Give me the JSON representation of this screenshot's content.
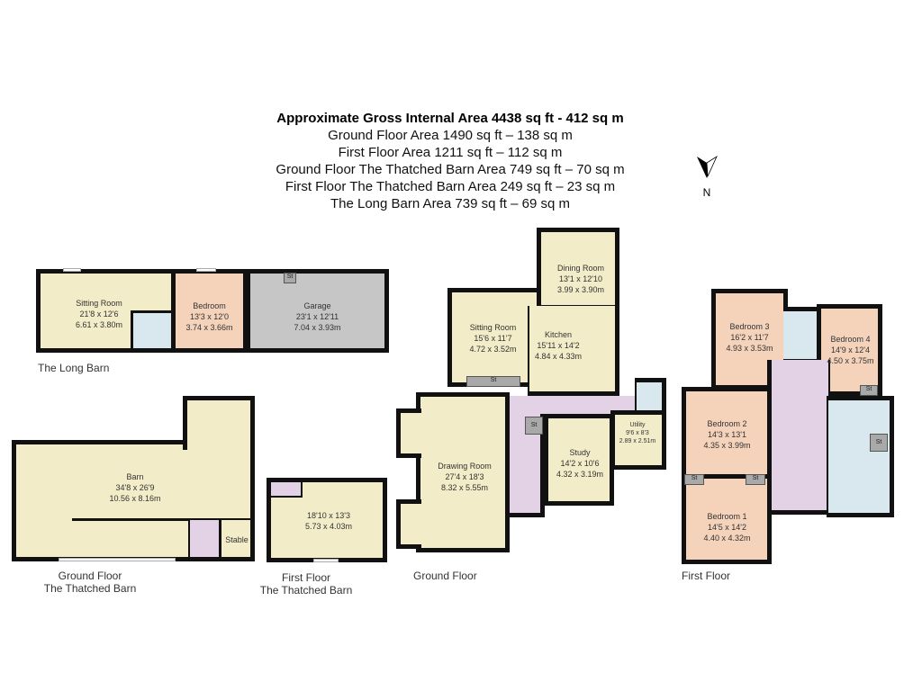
{
  "header": {
    "title": "Approximate Gross Internal Area 4438 sq ft - 412 sq m",
    "lines": [
      "Ground Floor Area 1490 sq ft – 138 sq m",
      "First Floor Area 1211 sq ft – 112 sq m",
      "Ground Floor The Thatched Barn Area 749 sq ft – 70 sq m",
      "First Floor The Thatched Barn Area 249 sq ft – 23 sq m",
      "The Long Barn  Area 739 sq ft – 69 sq m"
    ]
  },
  "compass": {
    "icon": "north-arrow-icon",
    "label": "N"
  },
  "colors": {
    "living": "#f2ecc8",
    "bedroom": "#f5d3bb",
    "garage": "#c6c6c6",
    "bathroom": "#d9e8ee",
    "circulation": "#e3d2e6",
    "wall": "#111111"
  },
  "long_barn": {
    "caption": "The Long Barn",
    "rooms": [
      {
        "name": "Sitting Room",
        "imperial": "21'8 x 12'6",
        "metric": "6.61 x 3.80m"
      },
      {
        "name": "Bedroom",
        "imperial": "13'3 x 12'0",
        "metric": "3.74 x 3.66m"
      },
      {
        "name": "Garage",
        "imperial": "23'1 x 12'11",
        "metric": "7.04 x 3.93m"
      }
    ],
    "store": "St"
  },
  "thatched_barn_ground": {
    "caption_line1": "Ground Floor",
    "caption_line2": "The Thatched Barn",
    "rooms": [
      {
        "name": "Barn",
        "imperial": "34'8 x 26'9",
        "metric": "10.56 x 8.16m"
      },
      {
        "name": "Stable"
      }
    ]
  },
  "thatched_barn_first": {
    "caption_line1": "First Floor",
    "caption_line2": "The Thatched Barn",
    "rooms": [
      {
        "imperial": "18'10 x 13'3",
        "metric": "5.73 x 4.03m"
      }
    ]
  },
  "ground_floor": {
    "caption": "Ground Floor",
    "rooms": [
      {
        "name": "Dining Room",
        "imperial": "13'1 x 12'10",
        "metric": "3.99 x 3.90m"
      },
      {
        "name": "Sitting Room",
        "imperial": "15'6 x 11'7",
        "metric": "4.72 x 3.52m"
      },
      {
        "name": "Kitchen",
        "imperial": "15'11 x 14'2",
        "metric": "4.84 x 4.33m"
      },
      {
        "name": "Drawing Room",
        "imperial": "27'4 x 18'3",
        "metric": "8.32 x 5.55m"
      },
      {
        "name": "Study",
        "imperial": "14'2 x 10'6",
        "metric": "4.32 x 3.19m"
      },
      {
        "name": "Utility",
        "imperial": "9'6 x 8'3",
        "metric": "2.89 x 2.51m"
      }
    ],
    "store": "St"
  },
  "first_floor": {
    "caption": "First Floor",
    "rooms": [
      {
        "name": "Bedroom 3",
        "imperial": "16'2 x 11'7",
        "metric": "4.93 x 3.53m"
      },
      {
        "name": "Bedroom 4",
        "imperial": "14'9 x 12'4",
        "metric": "4.50 x 3.75m"
      },
      {
        "name": "Bedroom 2",
        "imperial": "14'3 x 13'1",
        "metric": "4.35 x 3.99m"
      },
      {
        "name": "Bedroom 1",
        "imperial": "14'5 x 14'2",
        "metric": "4.40 x 4.32m"
      }
    ],
    "store": "St"
  }
}
